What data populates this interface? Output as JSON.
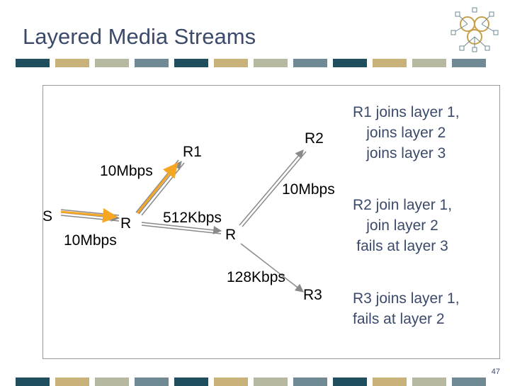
{
  "title": "Layered Media Streams",
  "page_number": "47",
  "colors": {
    "title": "#3b4a6b",
    "stripe": [
      "#1f4e5f",
      "#c9b17a",
      "#b6b9a0",
      "#6f8a94"
    ],
    "layer_orange": "#f5a623",
    "link_gray": "#8a8a8a"
  },
  "nodes": {
    "s": "S",
    "r_left": "R",
    "r_mid": "R",
    "r1": "R1",
    "r2": "R2",
    "r3": "R3"
  },
  "links": {
    "s_r_top": "10Mbps",
    "s_r_bottom": "10Mbps",
    "r_r": "512Kbps",
    "r_r2": "10Mbps",
    "r_r3": "128Kbps"
  },
  "notes": {
    "r1": [
      "R1 joins layer 1,",
      "joins layer 2",
      "joins layer 3"
    ],
    "r2": [
      "R2 join layer 1,",
      "join layer 2",
      "fails at layer 3"
    ],
    "r3": [
      "R3 joins layer 1,",
      "fails at layer 2"
    ]
  }
}
